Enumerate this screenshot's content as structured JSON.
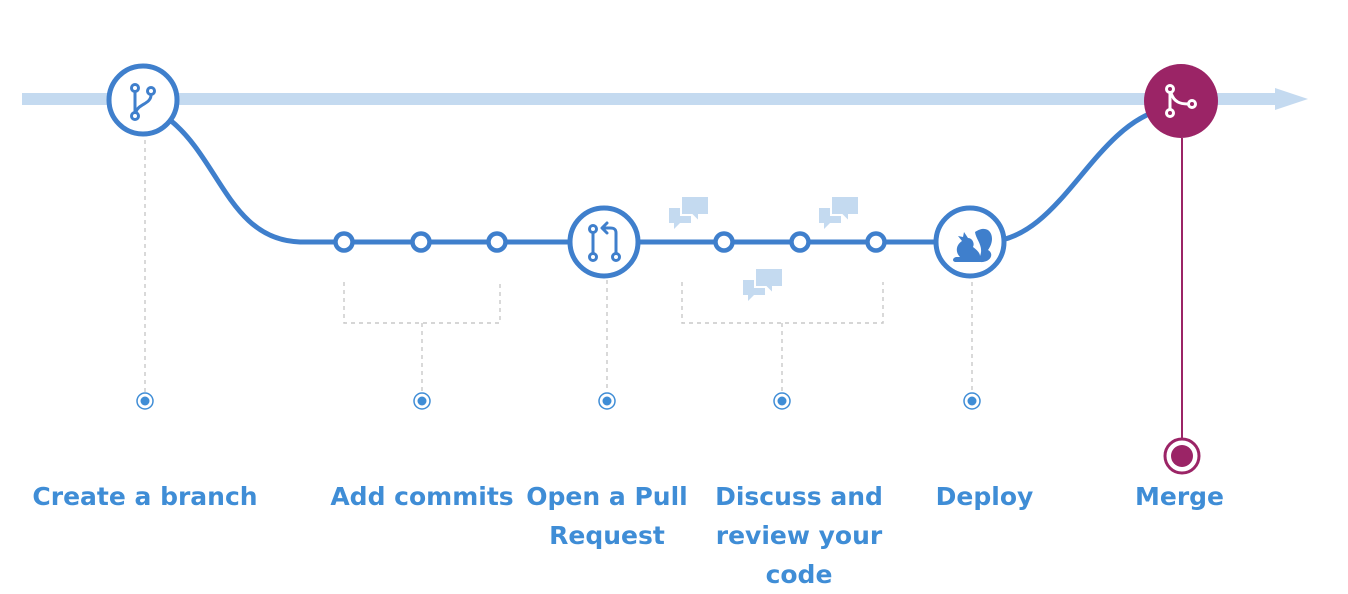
{
  "colors": {
    "primary_blue": "#3f7fcc",
    "pale_blue": "#c4daf0",
    "guide_gray": "#c9c9c9",
    "merge_purple": "#9b2466",
    "label_blue": "#3f8dd6"
  },
  "steps": [
    {
      "label": "Create a branch",
      "icon": "git-branch-icon"
    },
    {
      "label": "Add commits",
      "icon": "commit-icon"
    },
    {
      "label": "Open a Pull Request",
      "icon": "git-pull-request-icon"
    },
    {
      "label": "Discuss and review your code",
      "icon": "comment-discussion-icon"
    },
    {
      "label": "Deploy",
      "icon": "squirrel-icon"
    },
    {
      "label": "Merge",
      "icon": "git-merge-icon"
    }
  ]
}
